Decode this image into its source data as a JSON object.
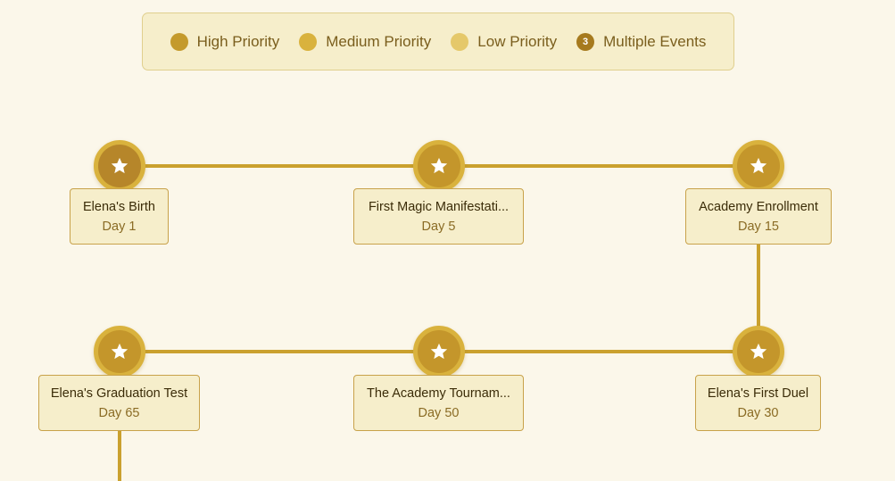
{
  "legend": {
    "items": [
      {
        "label": "High Priority",
        "color": "#c49a2c"
      },
      {
        "label": "Medium Priority",
        "color": "#d9b23d"
      },
      {
        "label": "Low Priority",
        "color": "#e5c86a"
      },
      {
        "label": "Multiple Events",
        "color": "#a67a1e",
        "count": "3"
      }
    ]
  },
  "events": [
    {
      "title": "Elena's Birth",
      "day": "Day 1"
    },
    {
      "title": "First Magic Manifestati...",
      "day": "Day 5"
    },
    {
      "title": "Academy Enrollment",
      "day": "Day 15"
    },
    {
      "title": "Elena's First Duel",
      "day": "Day 30"
    },
    {
      "title": "The Academy Tournam...",
      "day": "Day 50"
    },
    {
      "title": "Elena's Graduation Test",
      "day": "Day 65"
    }
  ],
  "colors": {
    "line": "#caa12e",
    "node": "#b6862a",
    "card_bg": "#f6eecb",
    "page_bg": "#fbf7ea"
  }
}
